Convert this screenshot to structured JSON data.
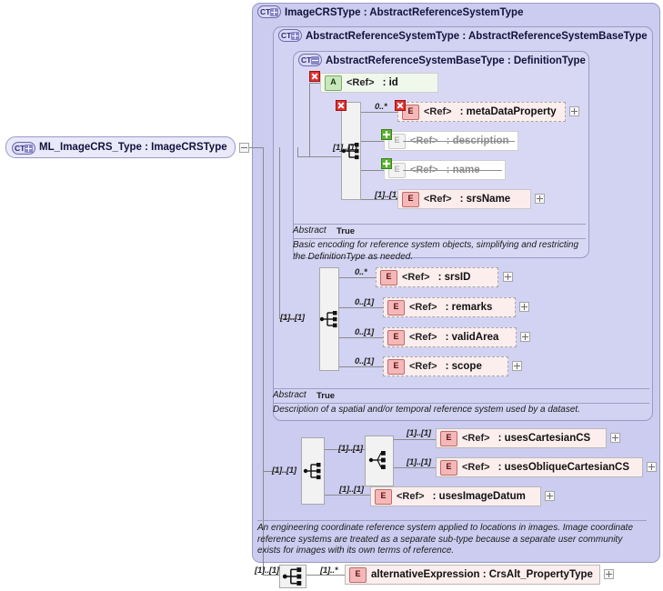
{
  "diagram": {
    "root": {
      "label": "ML_ImageCRS_Type : ImageCRSType",
      "badge": "CT",
      "collapse_icon": "minus-box-icon"
    },
    "containers": [
      {
        "id": "imagecrstype",
        "title": "ImageCRSType : AbstractReferenceSystemType",
        "badge": "CT",
        "badge_state": "plus"
      },
      {
        "id": "abstractrefsystype",
        "title": "AbstractReferenceSystemType : AbstractReferenceSystemBaseType",
        "badge": "CT",
        "badge_state": "plus"
      },
      {
        "id": "abstractrefsysbasetype",
        "title": "AbstractReferenceSystemBaseType : DefinitionType",
        "badge": "CT",
        "badge_state": "minus"
      }
    ],
    "nodes": [
      {
        "id": "id",
        "kind": "attribute",
        "icon": "A",
        "ref": "<Ref>",
        "name": ": id",
        "state": "prohibited",
        "cardinality": "",
        "expandable": false
      },
      {
        "id": "metaDataProperty",
        "kind": "element",
        "icon": "E",
        "ref": "<Ref>",
        "name": ": metaDataProperty",
        "state": "prohibited",
        "cardinality": "0..*",
        "expandable": true
      },
      {
        "id": "description",
        "kind": "element",
        "icon": "E",
        "ref": "<Ref>",
        "name": ": description",
        "state": "removed",
        "cardinality": "",
        "expandable": false
      },
      {
        "id": "name",
        "kind": "element",
        "icon": "E",
        "ref": "<Ref>",
        "name": ": name",
        "state": "removed",
        "cardinality": "",
        "expandable": false
      },
      {
        "id": "srsName",
        "kind": "element",
        "icon": "E",
        "ref": "<Ref>",
        "name": ": srsName",
        "state": "normal",
        "cardinality": "[1]..[1]",
        "expandable": true
      },
      {
        "id": "srsID",
        "kind": "element",
        "icon": "E",
        "ref": "<Ref>",
        "name": ": srsID",
        "state": "dashed",
        "cardinality": "0..*",
        "expandable": true
      },
      {
        "id": "remarks",
        "kind": "element",
        "icon": "E",
        "ref": "<Ref>",
        "name": ": remarks",
        "state": "dashed",
        "cardinality": "0..[1]",
        "expandable": true
      },
      {
        "id": "validArea",
        "kind": "element",
        "icon": "E",
        "ref": "<Ref>",
        "name": ": validArea",
        "state": "dashed",
        "cardinality": "0..[1]",
        "expandable": true
      },
      {
        "id": "scope",
        "kind": "element",
        "icon": "E",
        "ref": "<Ref>",
        "name": ": scope",
        "state": "dashed",
        "cardinality": "0..[1]",
        "expandable": true
      },
      {
        "id": "usesCartesianCS",
        "kind": "element",
        "icon": "E",
        "ref": "<Ref>",
        "name": ": usesCartesianCS",
        "state": "normal",
        "cardinality": "[1]..[1]",
        "expandable": true
      },
      {
        "id": "usesObliqueCartesianCS",
        "kind": "element",
        "icon": "E",
        "ref": "<Ref>",
        "name": ": usesObliqueCartesianCS",
        "state": "normal",
        "cardinality": "[1]..[1]",
        "expandable": true
      },
      {
        "id": "usesImageDatum",
        "kind": "element",
        "icon": "E",
        "ref": "<Ref>",
        "name": ": usesImageDatum",
        "state": "normal",
        "cardinality": "[1]..[1]",
        "expandable": true
      },
      {
        "id": "alternativeExpression",
        "kind": "element",
        "icon": "E",
        "ref": "",
        "name": "alternativeExpression : CrsAlt_PropertyType",
        "state": "normal",
        "cardinality": "[1]..*",
        "expandable": true
      }
    ],
    "compositors": [
      {
        "id": "seq-base",
        "type": "sequence",
        "cardinality": "[1]..[1]",
        "prohibited": true
      },
      {
        "id": "seq-refsys",
        "type": "sequence",
        "cardinality": "[1]..[1]",
        "prohibited": false
      },
      {
        "id": "seq-imagecrs",
        "type": "sequence",
        "cardinality": "[1]..[1]",
        "prohibited": false
      },
      {
        "id": "choice-cs",
        "type": "choice",
        "cardinality": "[1]..[1]",
        "prohibited": false
      },
      {
        "id": "seq-root",
        "type": "sequence",
        "cardinality": "[1]..[1]",
        "prohibited": false
      }
    ],
    "annotations": [
      {
        "id": "annot-base",
        "abstract_label": "Abstract",
        "abstract_value": "True",
        "documentation": "Basic encoding for reference system objects, simplifying and restricting the DefinitionType as needed."
      },
      {
        "id": "annot-refsys",
        "abstract_label": "Abstract",
        "abstract_value": "True",
        "documentation": "Description of a spatial and/or temporal reference system used by a dataset."
      },
      {
        "id": "annot-imagecrs",
        "abstract_label": "",
        "abstract_value": "",
        "documentation": "An engineering coordinate reference system applied to locations in images. Image coordinate reference systems are treated as a separate sub-type because a separate user community exists for images with its own terms of reference."
      }
    ],
    "colors": {
      "container_fill": "#ccccf0",
      "container_border": "#9a9ac4",
      "element_fill": "#fdeeee",
      "element_icon": "#f5b8b8",
      "attribute_icon": "#c9e7bd",
      "prohibited_marker": "#e03131",
      "added_marker": "#5ab52e",
      "line": "#8a8a8a"
    }
  }
}
